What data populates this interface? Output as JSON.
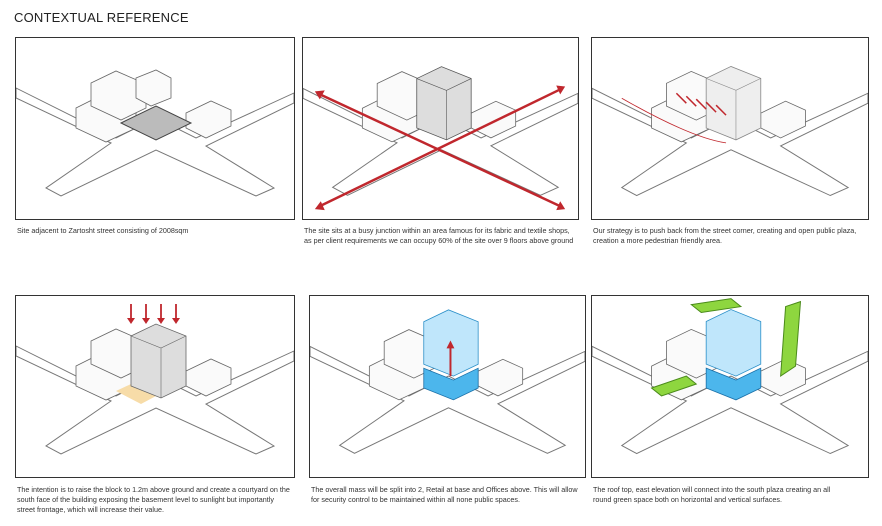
{
  "title": "CONTEXTUAL REFERENCE",
  "panels": [
    {
      "caption": "Site adjacent to Zartosht street consisting of 2008sqm"
    },
    {
      "caption": "The site sits at a busy junction within an area famous for its fabric and textile shops, as per client requirements we can occupy 60% of the site over 9 floors above ground"
    },
    {
      "caption": "Our strategy is to push back from the street corner, creating and open public plaza, creation a more pedestrian friendly area."
    },
    {
      "caption": "The intention is to raise the block to 1.2m above ground and create a courtyard on the south face of the building exposing the basement level to sunlight but importantly street frontage, which will increase their value."
    },
    {
      "caption": "The overall mass will be split into 2, Retail at base and Offices above. This will allow for security control to be maintained within all none public spaces."
    },
    {
      "caption": "The roof top, east elevation will connect into the south plaza creating an all round green space both on horizontal and vertical surfaces."
    }
  ],
  "colors": {
    "arrow": "#c0272d",
    "glass": "#bfe6fb",
    "retail": "#4cb6ec",
    "green": "#8ed63f",
    "plaza": "#f7dca8"
  }
}
